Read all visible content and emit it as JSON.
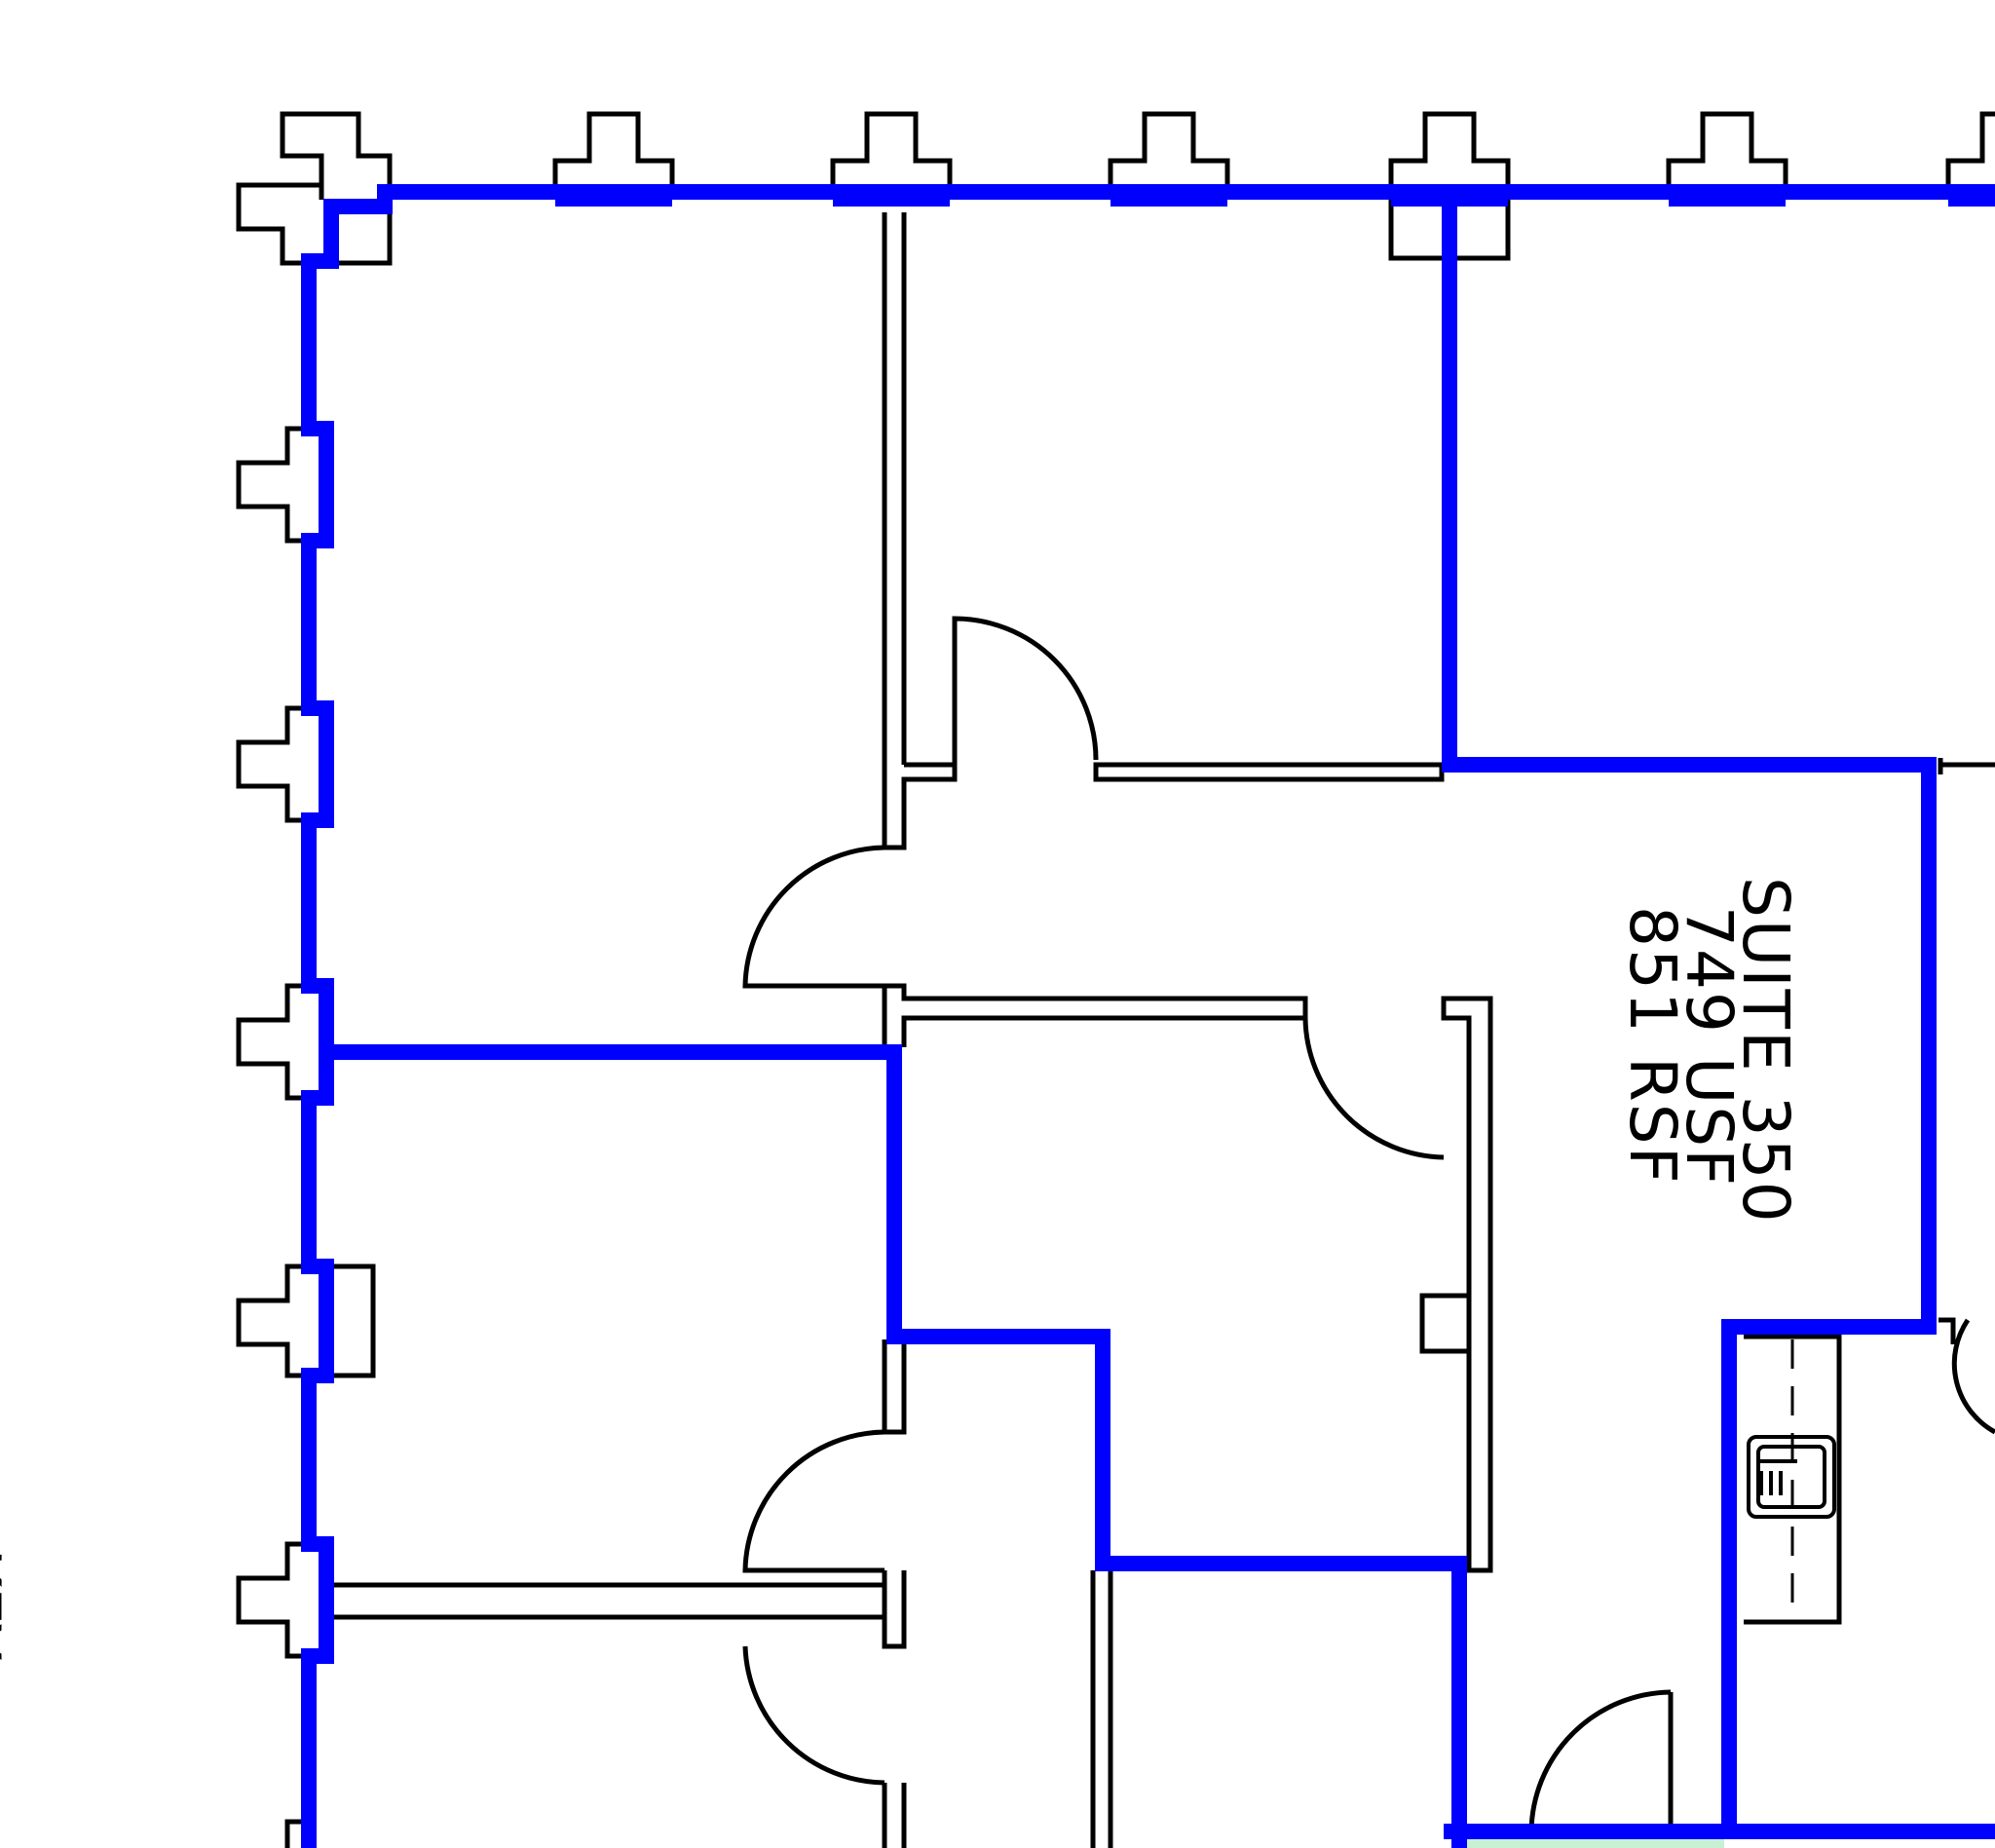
{
  "suite": {
    "name": "SUITE 350",
    "usf": "749 USF",
    "rsf": "851 RSF"
  },
  "key_label": "KEY",
  "colors": {
    "demising_wall": "#0000ff",
    "partition_wall": "#000000",
    "background": "#ffffff",
    "adjacent_area": "#c8f0d2"
  }
}
